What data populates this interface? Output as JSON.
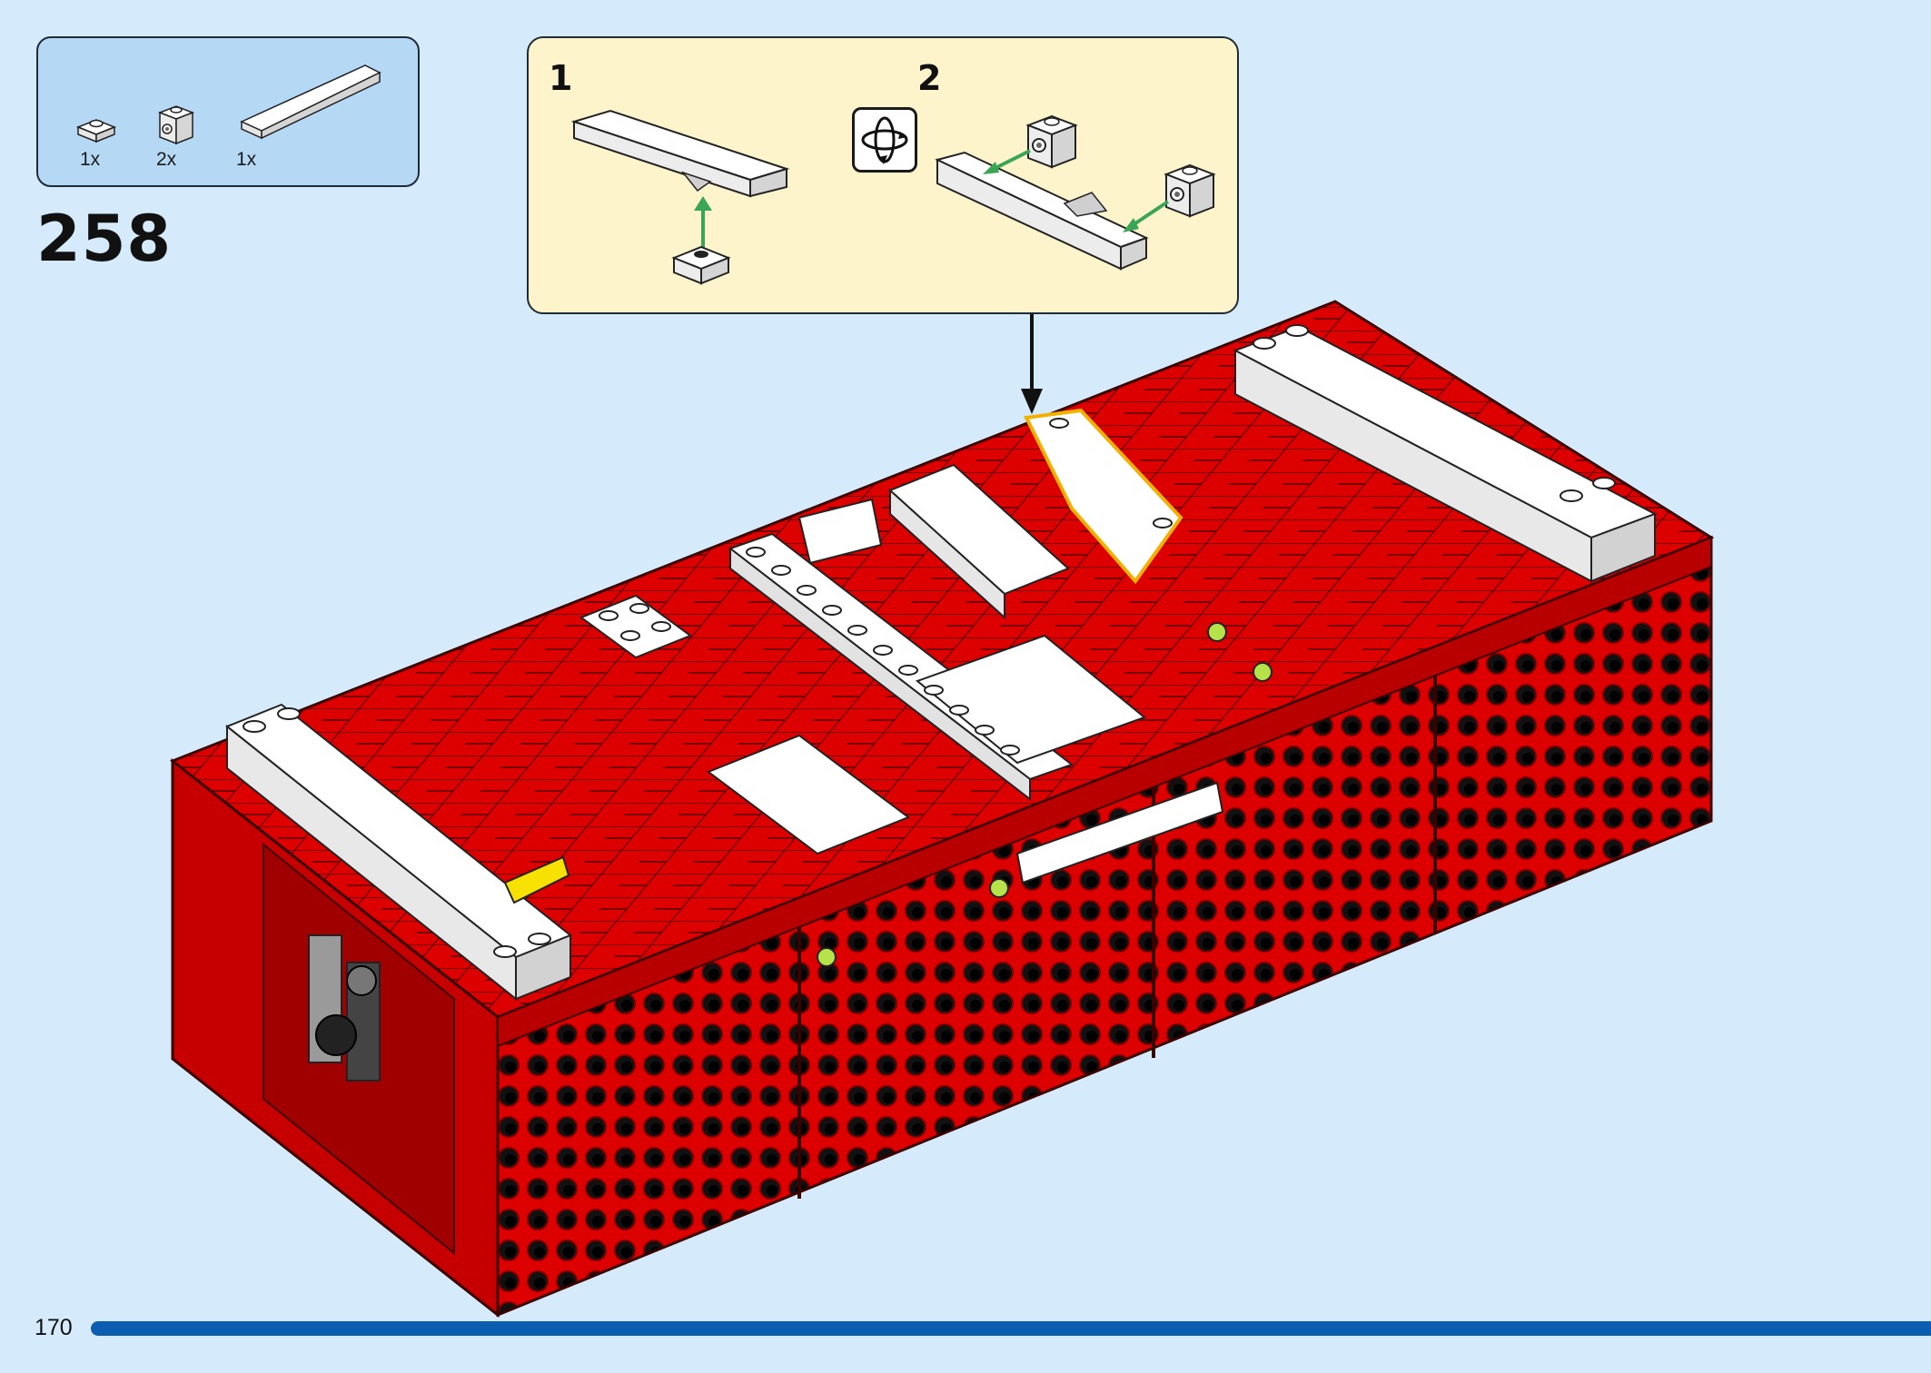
{
  "parts_list": {
    "items": [
      {
        "qty": "1x",
        "icon": "plate-1x1-icon"
      },
      {
        "qty": "2x",
        "icon": "brick-1x1-stud-side-icon"
      },
      {
        "qty": "1x",
        "icon": "wedge-slope-icon"
      }
    ]
  },
  "step": {
    "number": "258"
  },
  "substeps": [
    {
      "number": "1"
    },
    {
      "number": "2",
      "icon": "rotate-model-icon"
    }
  ],
  "page": {
    "number": "170",
    "progress": 0.97
  },
  "colors": {
    "background": "#d5ebfb",
    "parts_box": "#b5d8f5",
    "substep_box": "#fdf4cc",
    "model_red": "#dc0000",
    "highlight": "#f2b100",
    "arrow_green": "#3aa655",
    "progress": "#0b5db0"
  }
}
